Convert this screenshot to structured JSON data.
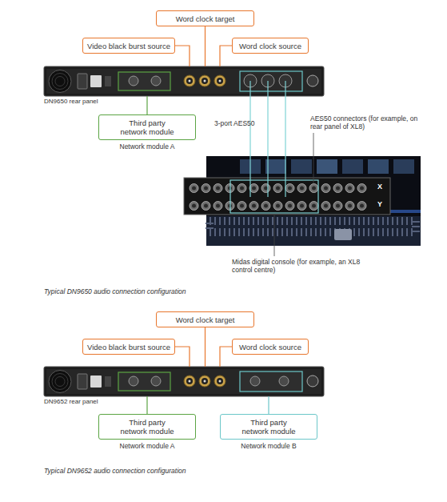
{
  "diagram": {
    "nodes": [
      {
        "text": [
          "Word clock target"
        ]
      },
      {
        "text": [
          "Video black burst source"
        ]
      },
      {
        "text": [
          "Word clock source"
        ]
      },
      {
        "text": [
          "DN9650 rear panel"
        ]
      },
      {
        "text": [
          "Third party network module",
          "Network module A"
        ]
      },
      {
        "text": [
          "Word clock target"
        ]
      },
      {
        "text": [
          "Video black burst source"
        ]
      },
      {
        "text": [
          "Word clock source"
        ]
      },
      {
        "text": [
          "DN9652 rear panel"
        ]
      },
      {
        "text": [
          "Third party network module",
          "Network module A"
        ]
      },
      {
        "text": [
          "Third party network module",
          "Network module B"
        ]
      }
    ],
    "edges": [
      {
        "from": 0,
        "to": 3,
        "arrow": "none"
      },
      {
        "from": 1,
        "to": 3,
        "arrow": "none"
      },
      {
        "from": 2,
        "to": 3,
        "arrow": "none"
      },
      {
        "from": 3,
        "to": 4,
        "arrow": "none"
      },
      {
        "from": 5,
        "to": 8,
        "arrow": "none"
      },
      {
        "from": 6,
        "to": 8,
        "arrow": "none"
      },
      {
        "from": 7,
        "to": 8,
        "arrow": "none"
      },
      {
        "from": 8,
        "to": 9,
        "arrow": "none"
      },
      {
        "from": 8,
        "to": 10,
        "arrow": "none"
      }
    ],
    "labels": [
      "3-port AES50",
      "AES50 connectors (for example, on rear panel of XL8)",
      "X",
      "Y",
      "Midas digital console (for example, an XL8 control centre)",
      "Typical DN9650 audio connection configuration",
      "Typical DN9652 audio connection configuration"
    ]
  }
}
